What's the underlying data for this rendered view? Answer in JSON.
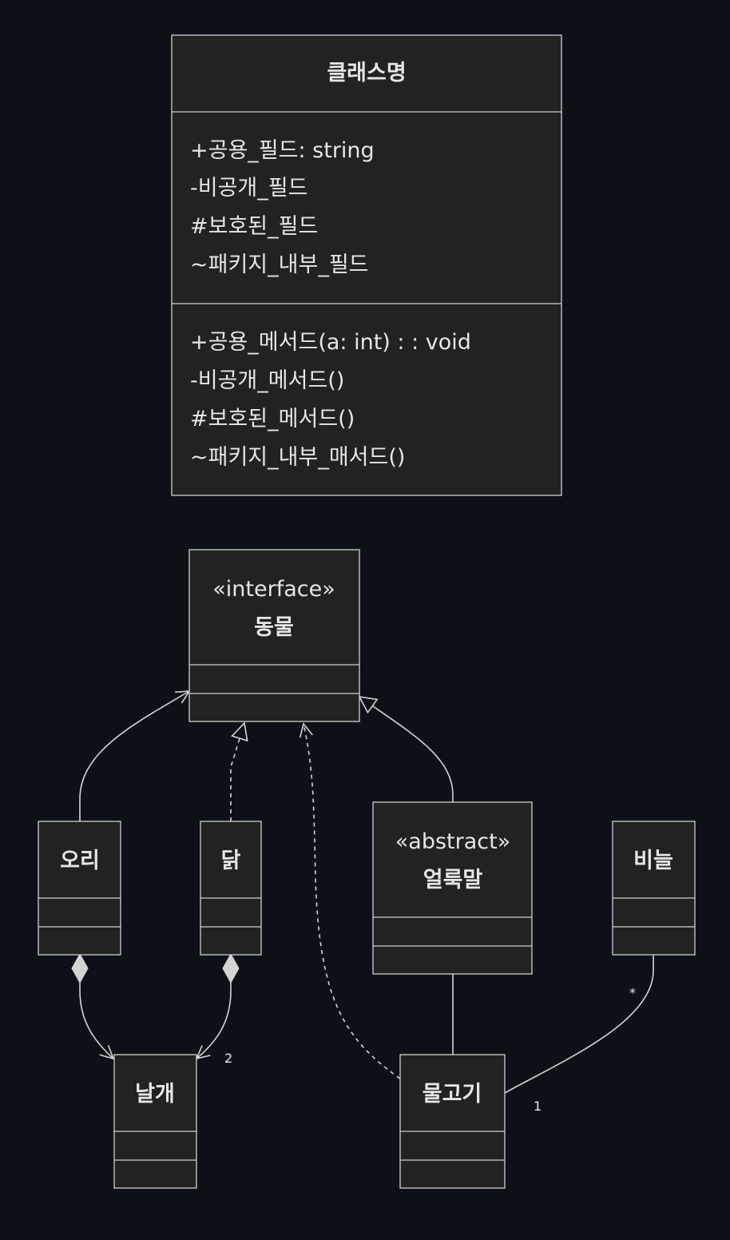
{
  "legend_class": {
    "name": "클래스명",
    "fields": [
      "+공용_필드: string",
      "-비공개_필드",
      "#보호된_필드",
      "~패키지_내부_필드"
    ],
    "methods": [
      "+공용_메서드(a: int) : : void",
      "-비공개_메서드()",
      "#보호된_메서드()",
      "~패키지_내부_매서드()"
    ]
  },
  "classes": {
    "animal": {
      "stereotype": "«interface»",
      "name": "동물"
    },
    "duck": {
      "name": "오리"
    },
    "chicken": {
      "name": "닭"
    },
    "zebra": {
      "stereotype": "«abstract»",
      "name": "얼룩말"
    },
    "scale": {
      "name": "비늘"
    },
    "wing": {
      "name": "날개"
    },
    "fish": {
      "name": "물고기"
    }
  },
  "multiplicities": {
    "wing_chicken": "2",
    "scale_end": "*",
    "fish_end": "1"
  }
}
